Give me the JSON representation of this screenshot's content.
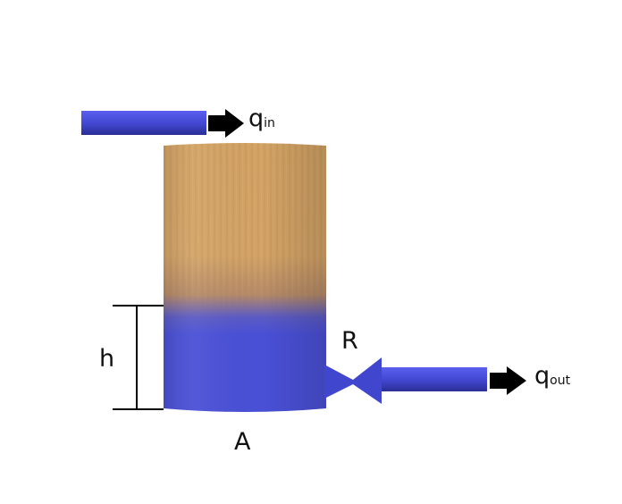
{
  "labels": {
    "flow_in": "q",
    "flow_in_sub": "in",
    "flow_out": "q",
    "flow_out_sub": "out",
    "level": "h",
    "resistance": "R",
    "area": "A"
  },
  "colors": {
    "water": "#4a50d6",
    "pipe": "#4146cf",
    "wood_light": "#d5a566",
    "wood_dark": "#b98446",
    "arrow": "#000000",
    "dimension_line": "#000000"
  },
  "icons": {
    "inflow_arrow": "arrow-right-icon",
    "outflow_arrow": "arrow-right-icon",
    "valve": "bowtie-valve-icon"
  }
}
